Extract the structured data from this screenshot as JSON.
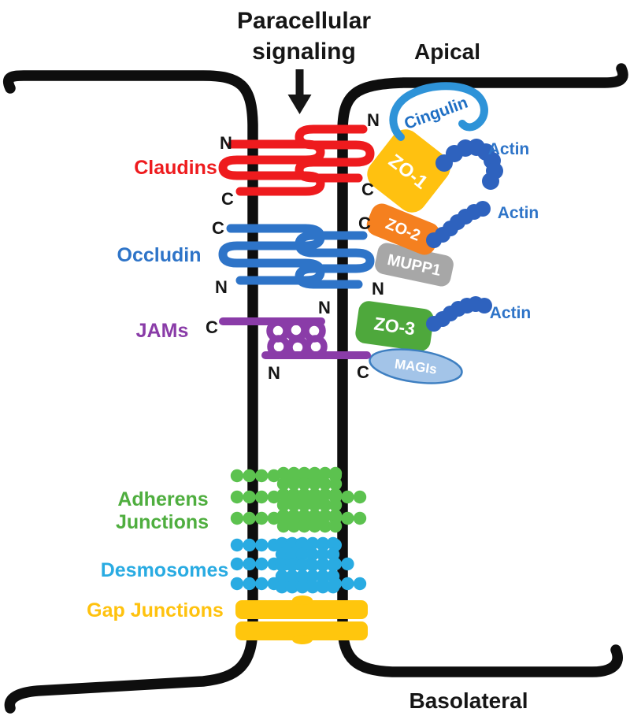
{
  "header": {
    "title_line1": "Paracellular",
    "title_line2": "signaling",
    "apical": "Apical",
    "basolateral": "Basolateral"
  },
  "terminals": {
    "n": "N",
    "c": "C"
  },
  "colors": {
    "membrane": "#0e0e0e",
    "text": "#161616"
  },
  "proteins": {
    "claudins": {
      "label": "Claudins",
      "color": "#ee1b1e"
    },
    "occludin": {
      "label": "Occludin",
      "color": "#2e74c8"
    },
    "jams": {
      "label": "JAMs",
      "color": "#8a3ca8"
    },
    "zo1": {
      "label": "ZO-1",
      "color": "#ffc110"
    },
    "zo2": {
      "label": "ZO-2",
      "color": "#f5801f"
    },
    "zo3": {
      "label": "ZO-3",
      "color": "#4ea83c"
    },
    "mupp1": {
      "label": "MUPP1",
      "color": "#a7a7a7"
    },
    "magis": {
      "label": "MAGIs",
      "fill": "#a3c4e8",
      "border": "#3e7fc1"
    },
    "cingulin": {
      "label": "Cingulin",
      "arc_color": "#2e93d8",
      "text_color": "#1f6fc4"
    },
    "actin": {
      "label": "Actin",
      "text_color": "#2e74c8",
      "bead_color": "#2e62be"
    }
  },
  "junctions": {
    "adherens": {
      "label_line1": "Adherens",
      "label_line2": "Junctions",
      "label_color": "#4fae3f",
      "dot_color": "#5cc24f"
    },
    "desmosomes": {
      "label": "Desmosomes",
      "label_color": "#29abe2",
      "dot_color": "#29abe2"
    },
    "gap": {
      "label": "Gap Junctions",
      "label_color": "#ffc20e",
      "bar_color": "#ffc60d"
    }
  }
}
